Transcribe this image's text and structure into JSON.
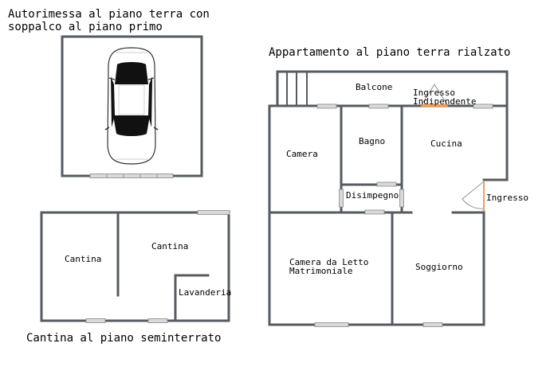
{
  "titles": {
    "garage_line1": "Autorimessa al piano terra con",
    "garage_line2": "soppalco al piano primo",
    "apartment": "Appartamento al piano terra rialzato",
    "cellar": "Cantina al piano seminterrato"
  },
  "rooms": {
    "balcone": "Balcone",
    "ingresso_indip_1": "Ingresso",
    "ingresso_indip_2": "Indipendente",
    "camera": "Camera",
    "bagno": "Bagno",
    "cucina": "Cucina",
    "disimpegno": "Disimpegno",
    "ingresso": "Ingresso",
    "camera_letto_1": "Camera da Letto",
    "camera_letto_2": "Matrimoniale",
    "soggiorno": "Soggiorno",
    "cantina_1": "Cantina",
    "cantina_2": "Cantina",
    "lavanderia": "Lavanderia"
  },
  "colors": {
    "wall": "#555b61",
    "window": "#d9d9d9",
    "door_accent": "#e8a060"
  }
}
